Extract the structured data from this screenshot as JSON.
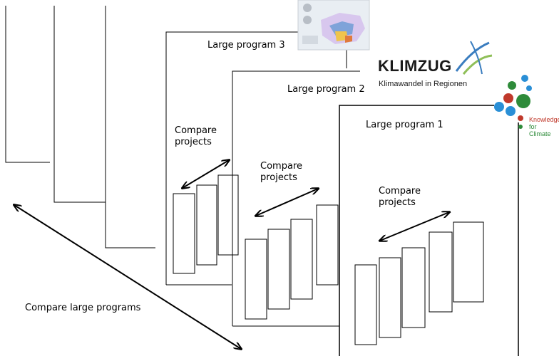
{
  "programs": [
    {
      "label": "Large program 3",
      "compare_label": "Compare\nprojects"
    },
    {
      "label": "Large program 2",
      "compare_label": "Compare\nprojects"
    },
    {
      "label": "Large program 1",
      "compare_label": "Compare\nprojects"
    }
  ],
  "compare_large_label": "Compare large programs",
  "logos": {
    "klimzug": {
      "word": "KLIMZUG",
      "tagline": "Klimawandel in Regionen"
    },
    "knowledge_for_climate": {
      "line1": "Knowledge",
      "line2": "for Climate"
    }
  },
  "colors": {
    "stroke": "#000000",
    "klimzug_blue": "#3a7dbf",
    "k4c_red": "#c0392b",
    "k4c_green": "#2e8b3a"
  }
}
